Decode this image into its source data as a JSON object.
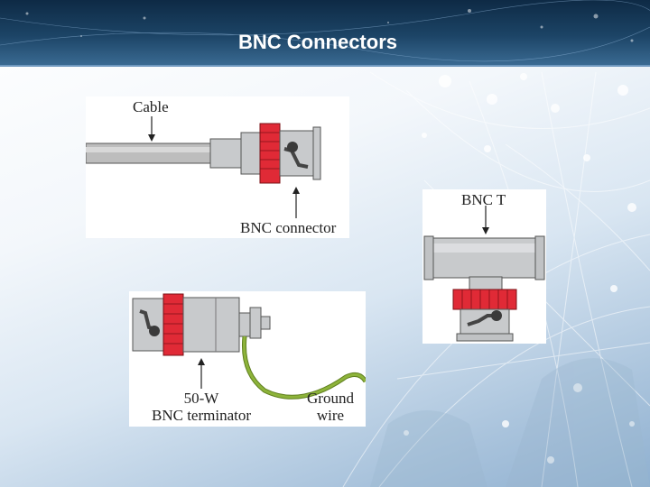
{
  "slide": {
    "title": "BNC Connectors"
  },
  "figures": {
    "cable_connector": {
      "cable_label": "Cable",
      "connector_label": "BNC connector"
    },
    "tee": {
      "label": "BNC T"
    },
    "terminator": {
      "terminator_label_line1": "50-W",
      "terminator_label_line2": "BNC terminator",
      "ground_label_line1": "Ground",
      "ground_label_line2": "wire"
    }
  },
  "colors": {
    "connector_red": "#e02a36",
    "metal_gray": "#c8cacc",
    "cable_gray": "#bfbfbf",
    "ground_wire_green": "#8db33a",
    "title_bar": "#163a5c"
  }
}
